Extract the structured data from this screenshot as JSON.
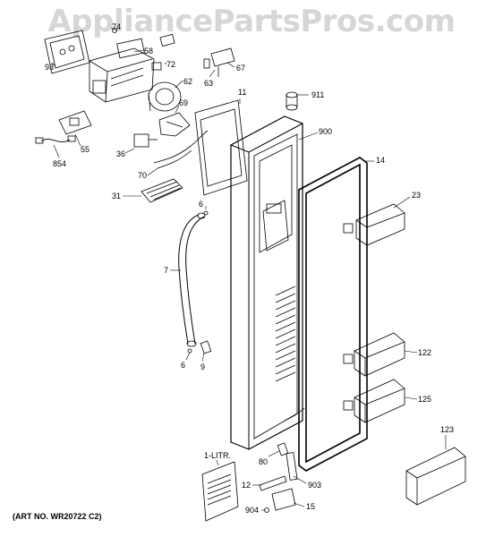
{
  "watermark": "AppliancePartsPros.com",
  "art_number": "(ART NO. WR20722 C2)",
  "callouts": {
    "c74": "74",
    "c58": "58",
    "c93": "93",
    "c72": "72",
    "c67": "67",
    "c62": "62",
    "c63": "63",
    "c11": "11",
    "c911": "911",
    "c69": "69",
    "c900": "900",
    "c36": "36",
    "c55": "55",
    "c854": "854",
    "c70": "70",
    "c14": "14",
    "c31": "31",
    "c23": "23",
    "c6a": "6",
    "c7": "7",
    "c6b": "6",
    "c9": "9",
    "c122": "122",
    "c125": "125",
    "c123": "123",
    "c1litr": "1-LITR.",
    "c80": "80",
    "c12": "12",
    "c903": "903",
    "c904": "904",
    "c15": "15"
  }
}
